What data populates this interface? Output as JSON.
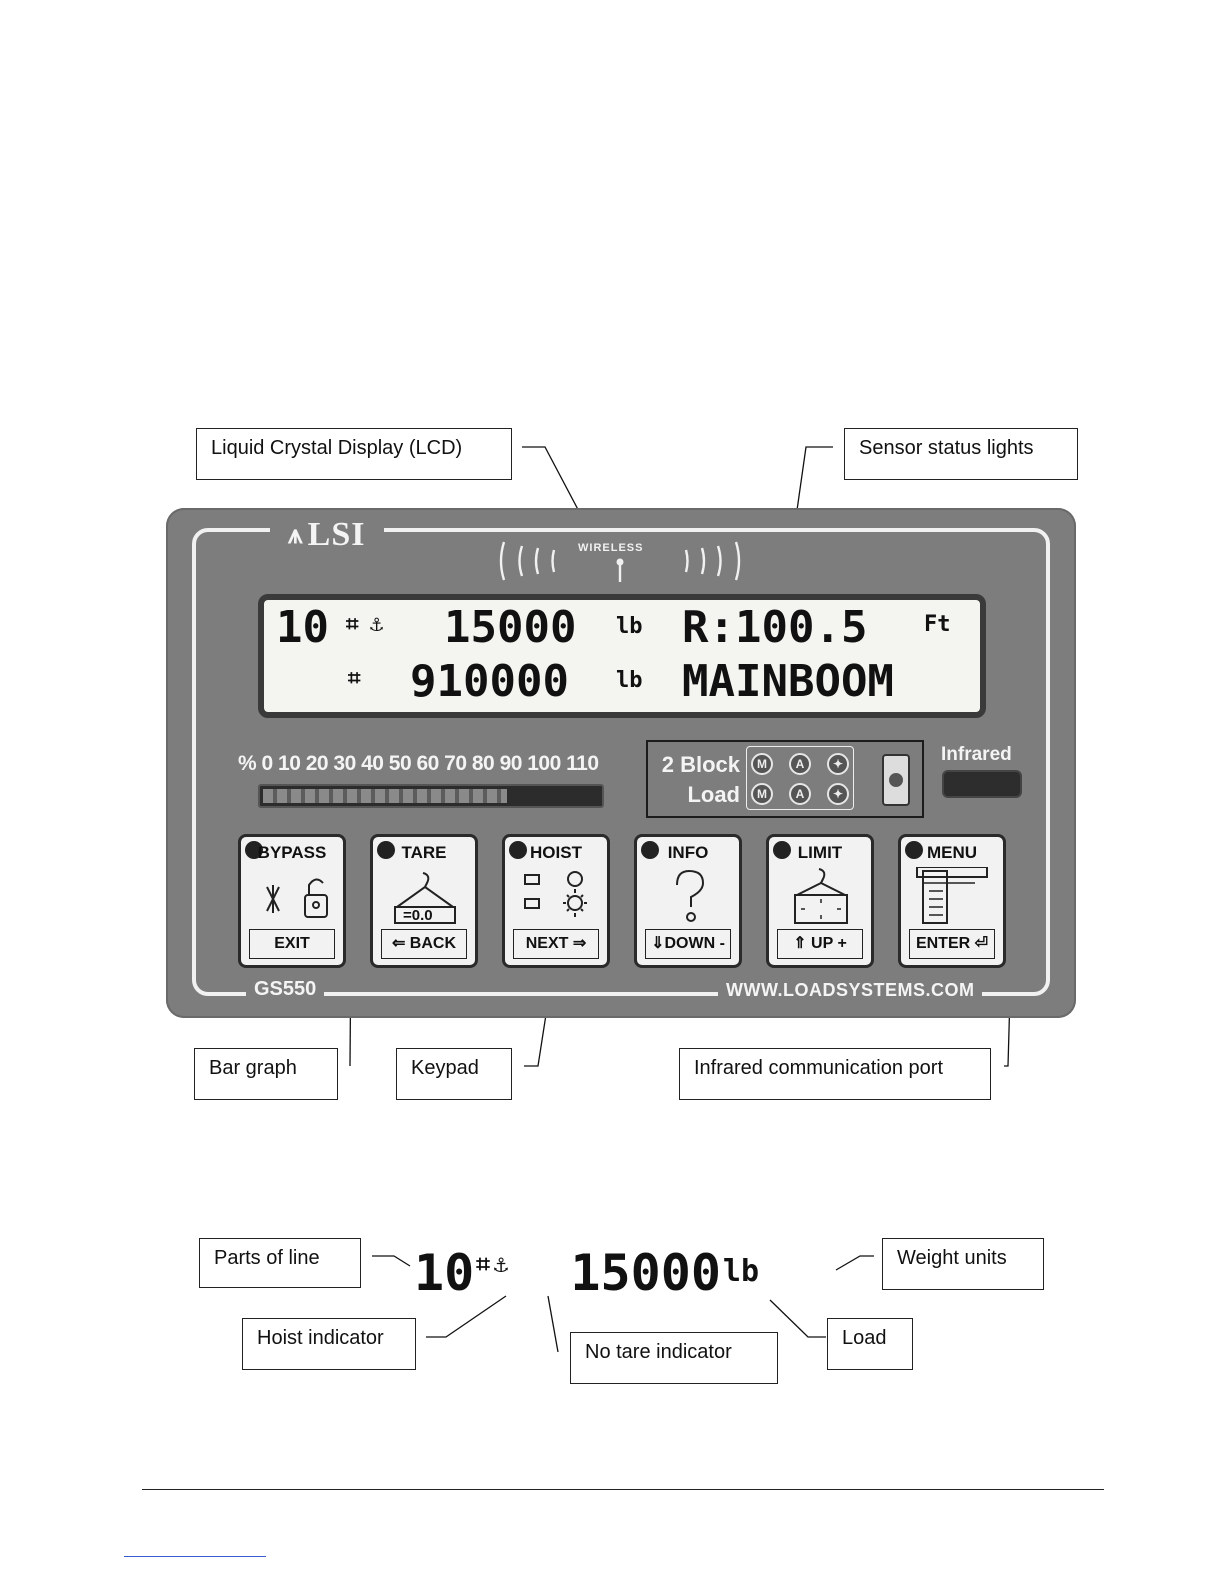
{
  "callouts": {
    "lcd": "Liquid Crystal Display (LCD)",
    "sensor_lights": "Sensor status lights",
    "bar_graph": "Bar graph",
    "keypad": "Keypad",
    "infrared_port": "Infrared communication port",
    "parts_of_line": "Parts of line",
    "weight_units": "Weight units",
    "hoist_indicator": "Hoist indicator",
    "no_tare_indicator": "No tare indicator",
    "load": "Load"
  },
  "device": {
    "brand": "LSI",
    "model": "GS550",
    "website": "WWW.LOADSYSTEMS.COM",
    "wireless_label": "WIRELESS",
    "lcd": {
      "parts_of_line": "10",
      "load": "15000",
      "load_unit": "lb",
      "radius": "R:100.5",
      "radius_unit": "Ft",
      "capacity": "910000",
      "capacity_unit": "lb",
      "boom": "MAINBOOM"
    },
    "bar_graph": {
      "scale_label": "% 0 10 20 30 40 50 60 70 80 90 100 110",
      "fill_percent": 80
    },
    "sensors": {
      "row1_label": "2 Block",
      "row2_label": "Load",
      "light_m": "M",
      "light_a": "A"
    },
    "infrared_label": "Infrared",
    "keys": [
      {
        "top": "BYPASS",
        "bottom": "EXIT"
      },
      {
        "top": "TARE",
        "bottom": "⇐ BACK",
        "art_text": "=0.0"
      },
      {
        "top": "HOIST",
        "bottom": "NEXT ⇒"
      },
      {
        "top": "INFO",
        "bottom": "⇓DOWN -"
      },
      {
        "top": "LIMIT",
        "bottom": "⇑ UP +"
      },
      {
        "top": "MENU",
        "bottom": "ENTER ⏎"
      }
    ]
  },
  "zoom": {
    "parts_of_line": "10",
    "load": "15000",
    "unit": "lb"
  },
  "icons": {
    "logo": "lsi-logo-icon",
    "battery": "battery-icon",
    "bypass": "unlocked-padlock-icon",
    "tare": "hook-icon",
    "hoist": "sun-icon",
    "info": "question-mark-icon",
    "limit": "hook-box-icon",
    "menu": "document-list-icon"
  }
}
